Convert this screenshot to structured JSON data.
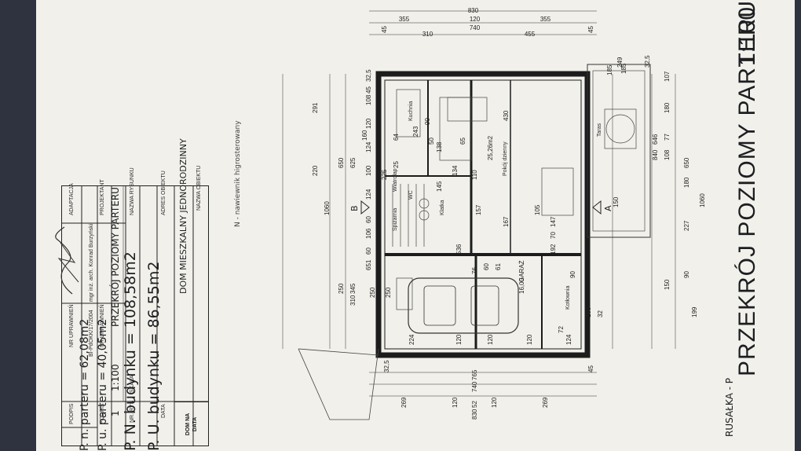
{
  "title": "PRZEKRÓJ POZIOMY PARTERU",
  "scale_header": "1:100",
  "subtitle": "RUSAŁKA - P",
  "areas": {
    "usable": "P. U. budynku = 86,55m2",
    "net": "P. N. budynku = 108,58m2",
    "ground_usable": "P. u. parteru = 40,05m2",
    "ground_net": "P. n. parteru = 62,08m2"
  },
  "note": "N - nawiewnik higrosterowany",
  "title_block": {
    "name_label": "NAZWA OBIEKTU",
    "name_value": "DOM MIESZKALNY JEDNORODZINNY",
    "address_label": "ADRES OBIEKTU",
    "drawing_label": "NAZWA RYSUNKU",
    "drawing_value": "PRZEKRÓJ POZIOMY PARTERU",
    "designer_label": "PROJEKTANT",
    "designer_value": "mgr inż. arch. Konrad Burzyński",
    "adaptation_label": "ADAPTACJA",
    "license_label": "NR UPRAWNIEŃ",
    "license_value": "BI-PdOKK/17/2004",
    "license_label_2": "NR UPRAWNIEŃ",
    "scale_label": "SKALA",
    "scale_value": "1:100",
    "drawing_no_label": "NR. RYS",
    "drawing_no_value": "1",
    "signature_label": "PODPIS",
    "signature_label_2": "PODPIS",
    "date_label": "DATA",
    "logo_text": "DOM NA DATA"
  },
  "dims_top": {
    "total": "830",
    "a": "355",
    "b": "120",
    "c": "355",
    "inner": "740",
    "d": "310",
    "e": "455",
    "edge1": "45",
    "edge2": "45",
    "p1": "249",
    "p2": "185",
    "p3": "32,5"
  },
  "dims_bottom": {
    "a": "765",
    "b": "740",
    "c": "830",
    "d": "269",
    "e": "120",
    "f": "52",
    "g": "120",
    "h": "269",
    "e1": "32,5",
    "e2": "45"
  },
  "dims_left": [
    "32,5",
    "45",
    "108",
    "120",
    "124",
    "100",
    "124",
    "60",
    "106",
    "60",
    "651"
  ],
  "dims_left_outer": [
    "625",
    "650",
    "1060",
    "291",
    "220",
    "345",
    "250",
    "310"
  ],
  "dims_right": [
    "107",
    "180",
    "77",
    "108",
    "180",
    "227",
    "90",
    "150",
    "199",
    "1060",
    "646",
    "840",
    "650"
  ],
  "rooms": {
    "living_area": "25,26m2",
    "living_label": "Pokój dzienny",
    "kitchen_label": "Kuchnia",
    "garage": "GARAŻ",
    "garage_area": "16,00",
    "staircase": "Klatka",
    "lobby": "Wiatrołap",
    "wc": "WC",
    "pantry": "Spiżarnia",
    "boiler": "Kotłownia",
    "terrace": "Taras"
  },
  "interior_dims": [
    "430",
    "536",
    "192",
    "224",
    "120",
    "120",
    "120",
    "124",
    "134",
    "110",
    "157",
    "167",
    "147",
    "70",
    "90",
    "72",
    "100",
    "32",
    "65",
    "50",
    "64",
    "160",
    "138",
    "105",
    "250",
    "76",
    "60",
    "61",
    "150",
    "185",
    "25",
    "225",
    "145",
    "243",
    "90",
    "250"
  ],
  "section_marks": {
    "a": "A",
    "b": "B"
  }
}
